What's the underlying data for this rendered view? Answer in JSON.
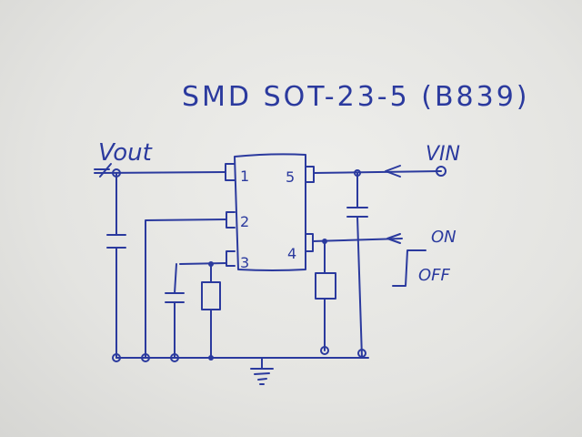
{
  "title": "SMD SOT-23-5 (B839)",
  "labels": {
    "vout": "Vout",
    "vin": "VIN",
    "on": "ON",
    "off": "OFF"
  },
  "ic_pins": [
    "1",
    "2",
    "3",
    "4",
    "5"
  ],
  "colors": {
    "ink": "#2b3a9e",
    "paper": "#e8e8e5"
  }
}
